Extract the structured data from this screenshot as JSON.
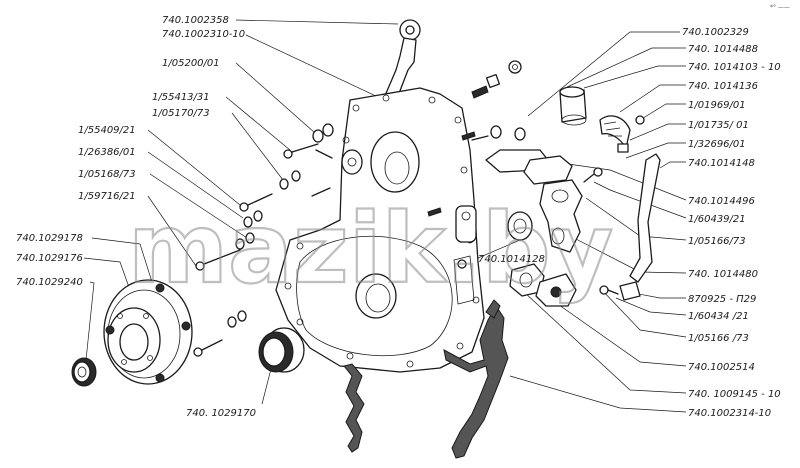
{
  "watermark": "mazik.by",
  "corner_mark": "*° ——",
  "labels": {
    "l01": "740.1002358",
    "l02": "740.1002310-10",
    "l03": "1/05200/01",
    "l04": "1/55413/31",
    "l05": "1/05170/73",
    "l06": "1/55409/21",
    "l07": "1/26386/01",
    "l08": "1/05168/73",
    "l09": "1/59716/21",
    "l10": "740.1029178",
    "l11": "740.1029176",
    "l12": "740.1029240",
    "l13": "740. 1029170",
    "l14": "740.1002329",
    "l15": "740. 1014488",
    "l16": "740. 1014103 - 10",
    "l17": "740. 1014136",
    "l18": "1/01969/01",
    "l19": "1/01735/ 01",
    "l20": "1/32696/01",
    "l21": "740.1014148",
    "l22": "740.1014496",
    "l23": "1/60439/21",
    "l24": "1/05166/73",
    "l25": "740.1014128",
    "l26": "740. 1014480",
    "l27": "870925 - П29",
    "l28": "1/60434 /21",
    "l29": "1/05166 /73",
    "l30": "740.1002514",
    "l31": "740. 1009145 - 10",
    "l32": "740.1002314-10"
  }
}
